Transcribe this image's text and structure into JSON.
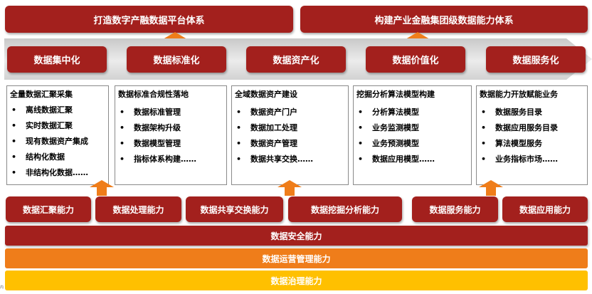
{
  "top_titles": [
    "打造数字产融数据平台体系",
    "构建产业金融集团级数据能力体系"
  ],
  "stages": [
    "数据集中化",
    "数据标准化",
    "数据资产化",
    "数据价值化",
    "数据服务化"
  ],
  "panels": [
    {
      "title": "全量数据汇聚采集",
      "bullet": "•",
      "items": [
        "离线数据汇聚",
        "实时数据汇聚",
        "现有数据资产集成",
        "结构化数据",
        "非结构化数据……"
      ]
    },
    {
      "title": "数据标准合规性落地",
      "bullet": "•",
      "items": [
        "数据标准管理",
        "数据架构升级",
        "数据模型管理",
        "指标体系构建……"
      ]
    },
    {
      "title": "全域数据资产建设",
      "bullet": "•",
      "items": [
        "数据资产门户",
        "数据加工处理",
        "数据资产管理",
        "数据共享交换……"
      ]
    },
    {
      "title": "挖掘分析算法模型构建",
      "bullet": "•",
      "items": [
        "分析算法模型",
        "业务监测模型",
        "业务预测模型",
        "数据应用模型……"
      ]
    },
    {
      "title": "数据能力开放赋能业务",
      "bullet": "•",
      "items": [
        "数据服务目录",
        "数据应用服务目录",
        "算法模型服务",
        "业务指标市场……"
      ]
    }
  ],
  "capabilities": [
    "数据汇聚能力",
    "数据处理能力",
    "数据共享交换能力",
    "数据挖掘分析能力",
    "数据服务能力",
    "数据应用能力"
  ],
  "bands": [
    "数据安全能力",
    "数据运营管理能力",
    "数据治理能力"
  ],
  "footnote": "内",
  "colors": {
    "red": "#a3201d",
    "orange": "#ef7d1a",
    "yellow": "#ffc000",
    "gray": "#d9d9d9"
  }
}
